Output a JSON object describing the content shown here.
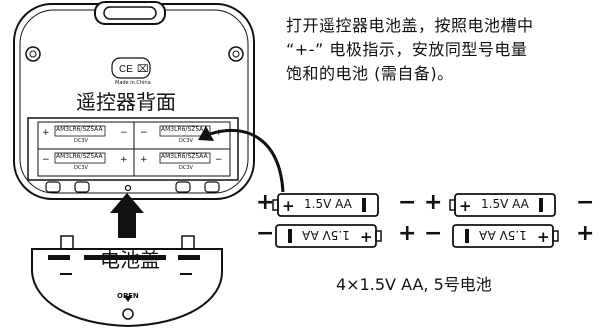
{
  "instructions": {
    "line1": "打开遥控器电池盖，按照电池槽中",
    "line2": "“+-” 电极指示，安放同型号电量",
    "line3": "饱和的电池 (需自备)。"
  },
  "remote_back": {
    "label": "遥控器背面",
    "made_in": "Made in China",
    "slot_text": "AM3LR6/SZ5AA",
    "slot_sub": "DC3V"
  },
  "battery_cover": {
    "label": "电池盖",
    "open_text": "OPEN"
  },
  "batteries": {
    "text": "1.5V AA",
    "plus": "+",
    "minus": "−"
  },
  "battery_spec": "4×1.5V AA, 5号电池"
}
